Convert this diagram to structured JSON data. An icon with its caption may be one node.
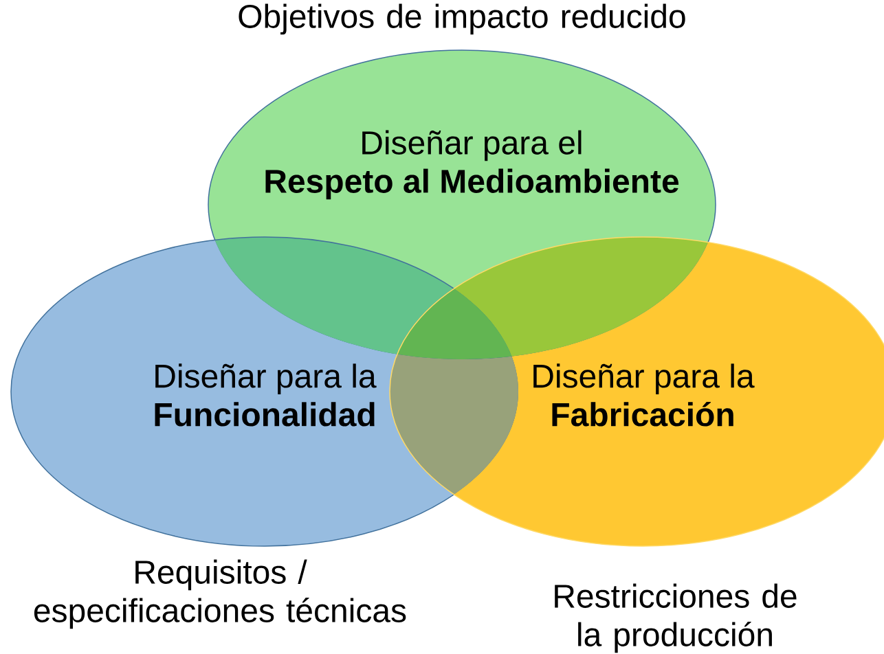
{
  "diagram": {
    "nodes": [
      {
        "text": [
          "Diseñar para el",
          "Respeto al Medioambiente"
        ],
        "beside": [
          "Objetivos de impacto reducido"
        ]
      },
      {
        "text": [
          "Diseñar para la",
          "Funcionalidad"
        ],
        "beside": [
          "Requisitos / especificaciones técnicas"
        ]
      },
      {
        "text": [
          "Diseñar para la",
          "Fabricación"
        ],
        "beside": [
          "Restricciones de la producción"
        ]
      }
    ]
  }
}
